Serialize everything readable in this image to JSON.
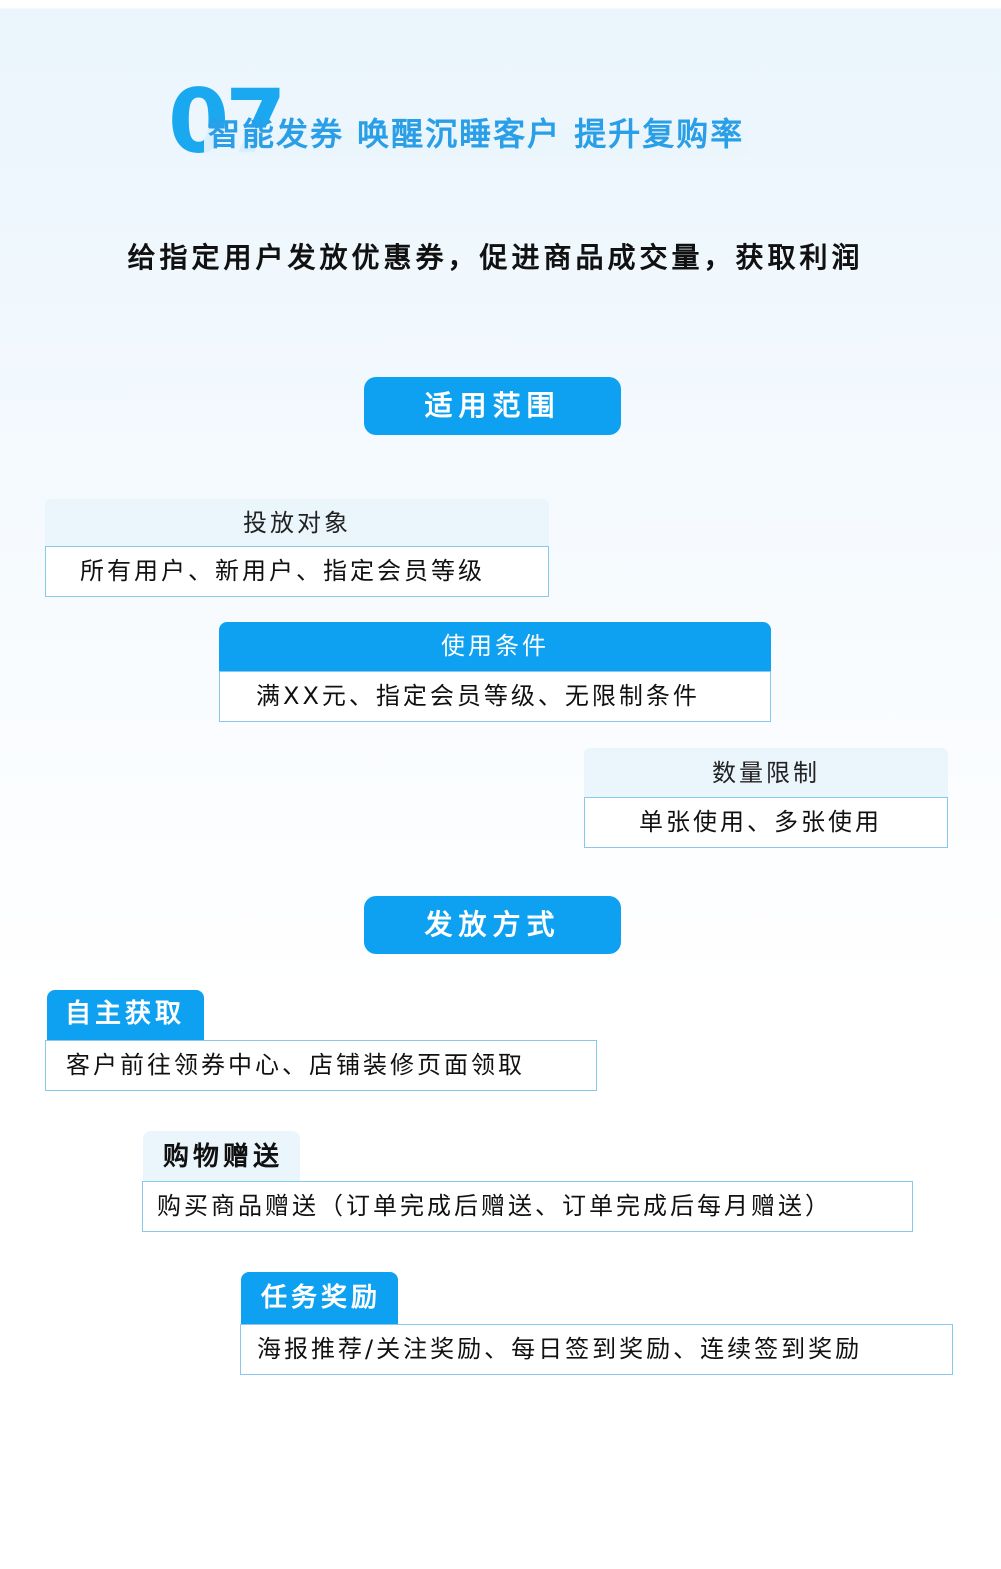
{
  "header": {
    "number": "07",
    "title": "智能发券 唤醒沉睡客户 提升复购率",
    "subtitle": "给指定用户发放优惠券，促进商品成交量，获取利润"
  },
  "scope": {
    "section_label": "适用范围",
    "target": {
      "label": "投放对象",
      "value": "所有用户、新用户、指定会员等级"
    },
    "conditions": {
      "label": "使用条件",
      "value": "满XX元、指定会员等级、无限制条件"
    },
    "quantity": {
      "label": "数量限制",
      "value": "单张使用、多张使用"
    }
  },
  "distribution": {
    "section_label": "发放方式",
    "self_claim": {
      "label": "自主获取",
      "value": "客户前往领券中心、店铺装修页面领取"
    },
    "purchase_gift": {
      "label": "购物赠送",
      "value": "购买商品赠送（订单完成后赠送、订单完成后每月赠送）"
    },
    "task_reward": {
      "label": "任务奖励",
      "value": "海报推荐/关注奖励、每日签到奖励、连续签到奖励"
    }
  },
  "colors": {
    "accent": "#0ea1f1",
    "heading": "#2a9fe8",
    "light_fill": "#eaf5fc",
    "border": "#88c8ec"
  }
}
